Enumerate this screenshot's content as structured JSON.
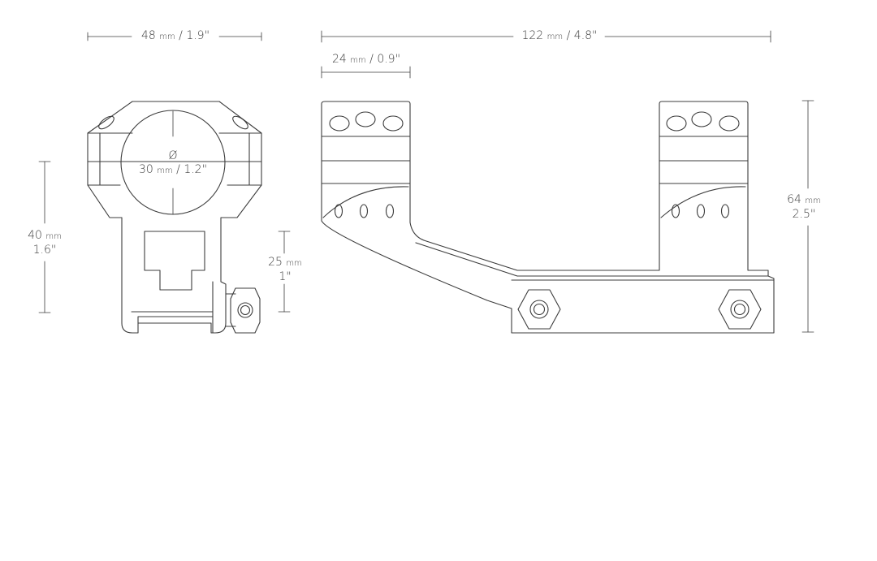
{
  "dimensions": {
    "width_front": {
      "metric": "48",
      "unit": "mm",
      "imperial": "1.9\""
    },
    "length_total": {
      "metric": "122",
      "unit": "mm",
      "imperial": "4.8\""
    },
    "ring_width": {
      "metric": "24",
      "unit": "mm",
      "imperial": "0.9\""
    },
    "tube_diameter": {
      "symbol": "Ø",
      "metric": "30",
      "unit": "mm",
      "imperial": "1.2\""
    },
    "center_height_front": {
      "metric": "40",
      "unit": "mm",
      "imperial": "1.6\""
    },
    "base_height": {
      "metric": "25",
      "unit": "mm",
      "imperial": "1\""
    },
    "total_height": {
      "metric": "64",
      "unit": "mm",
      "imperial": "2.5\""
    }
  },
  "colors": {
    "line": "#3c3c3c",
    "background": "#ffffff"
  }
}
